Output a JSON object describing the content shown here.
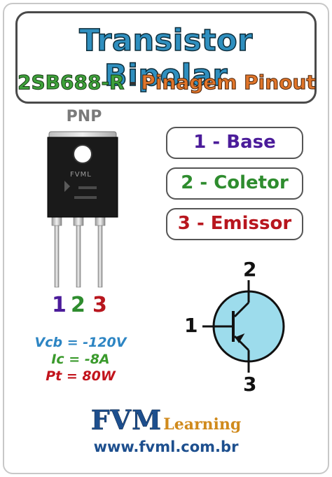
{
  "title": "Transistor Bipolar",
  "subtitle": {
    "part_number": "2SB688-R",
    "separator": "-",
    "pinout_label": "Pinagem Pinout"
  },
  "transistor_type": "PNP",
  "package_marking": "FVML",
  "pins": [
    {
      "number": "1",
      "label": "1 - Base",
      "color": "#4b1c9a"
    },
    {
      "number": "2",
      "label": "2 - Coletor",
      "color": "#2e8c2e"
    },
    {
      "number": "3",
      "label": "3 - Emissor",
      "color": "#b8161e"
    }
  ],
  "specs": {
    "vcb": "Vcb = -120V",
    "ic": "Ic = -8A",
    "pt": "Pt = 80W"
  },
  "symbol_labels": {
    "collector": "2",
    "base": "1",
    "emitter": "3"
  },
  "brand": {
    "name": "FVM",
    "suffix": "Learning",
    "website": "www.fvml.com.br"
  },
  "colors": {
    "title": "#2f8fbf",
    "part_number": "#3ea13a",
    "pinout": "#e0752a",
    "symbol_fill": "#9ddcec",
    "brand": "#1d4f8e"
  }
}
